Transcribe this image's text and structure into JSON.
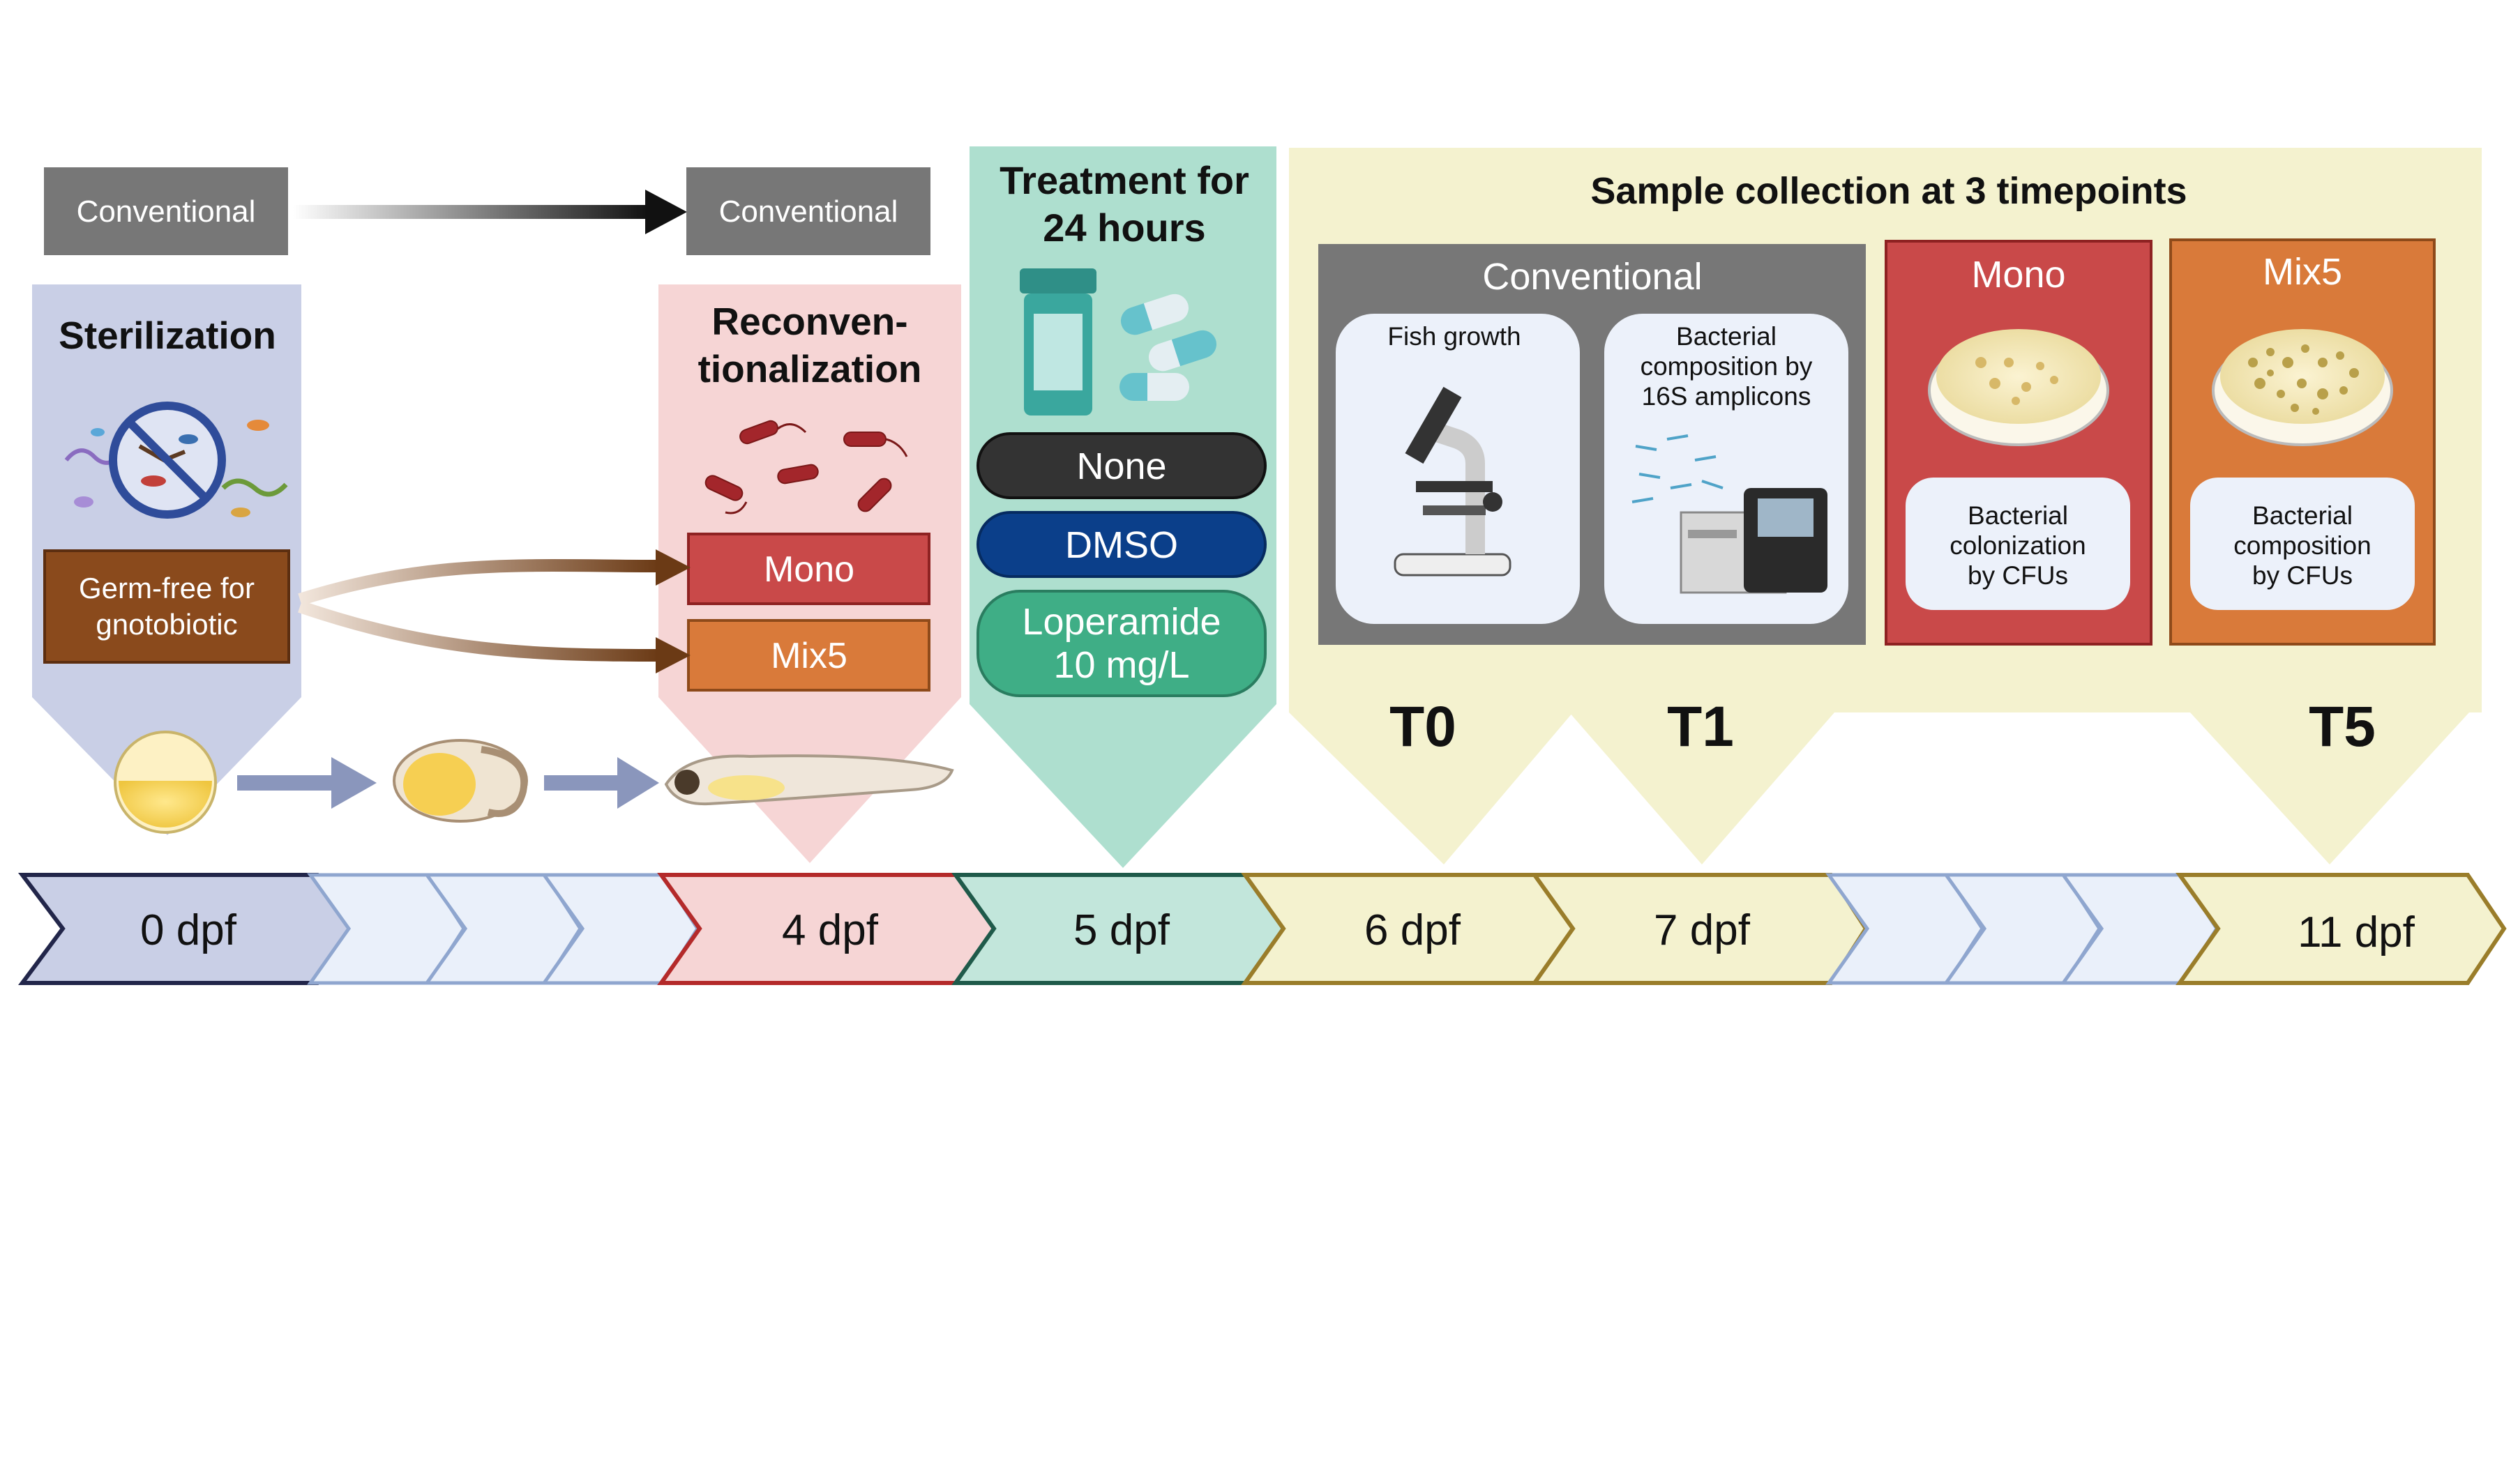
{
  "conventional_top": {
    "left_label": "Conventional",
    "right_label": "Conventional"
  },
  "sterilization": {
    "title": "Sterilization",
    "germfree_line1": "Germ-free for",
    "germfree_line2": "gnotobiotic"
  },
  "reconventionalization": {
    "title_line1": "Reconven-",
    "title_line2": "tionalization",
    "mono_label": "Mono",
    "mix5_label": "Mix5"
  },
  "treatment": {
    "title_line1": "Treatment for",
    "title_line2": "24 hours",
    "options": [
      {
        "line1": "None",
        "line2": "",
        "color": "#333333"
      },
      {
        "line1": "DMSO",
        "line2": "",
        "color": "#0b3f8a"
      },
      {
        "line1": "Loperamide",
        "line2": "10 mg/L",
        "color": "#3fae86"
      }
    ]
  },
  "sample_collection": {
    "title": "Sample collection at 3 timepoints",
    "conventional_panel": {
      "title": "Conventional",
      "card1": "Fish growth",
      "card2_line1": "Bacterial",
      "card2_line2": "composition by",
      "card2_line3": "16S amplicons"
    },
    "mono_panel": {
      "title": "Mono",
      "line1": "Bacterial",
      "line2": "colonization",
      "line3": "by CFUs"
    },
    "mix5_panel": {
      "title": "Mix5",
      "line1": "Bacterial",
      "line2": "composition",
      "line3": "by CFUs"
    },
    "timepoints": [
      "T0",
      "T1",
      "T5"
    ]
  },
  "timeline": {
    "days": [
      "0 dpf",
      "4 dpf",
      "5 dpf",
      "6 dpf",
      "7 dpf",
      "11 dpf"
    ]
  },
  "colors": {
    "sterilization": "#c9cfe6",
    "reconventionalization": "#f6d5d5",
    "treatment": "#aedfcf",
    "sample_collection": "#f4f2cf",
    "conventional_grey": "#777777",
    "mono_red": "#c94949",
    "mix5_orange": "#d97a3a",
    "germfree_brown": "#8a4a1c"
  }
}
